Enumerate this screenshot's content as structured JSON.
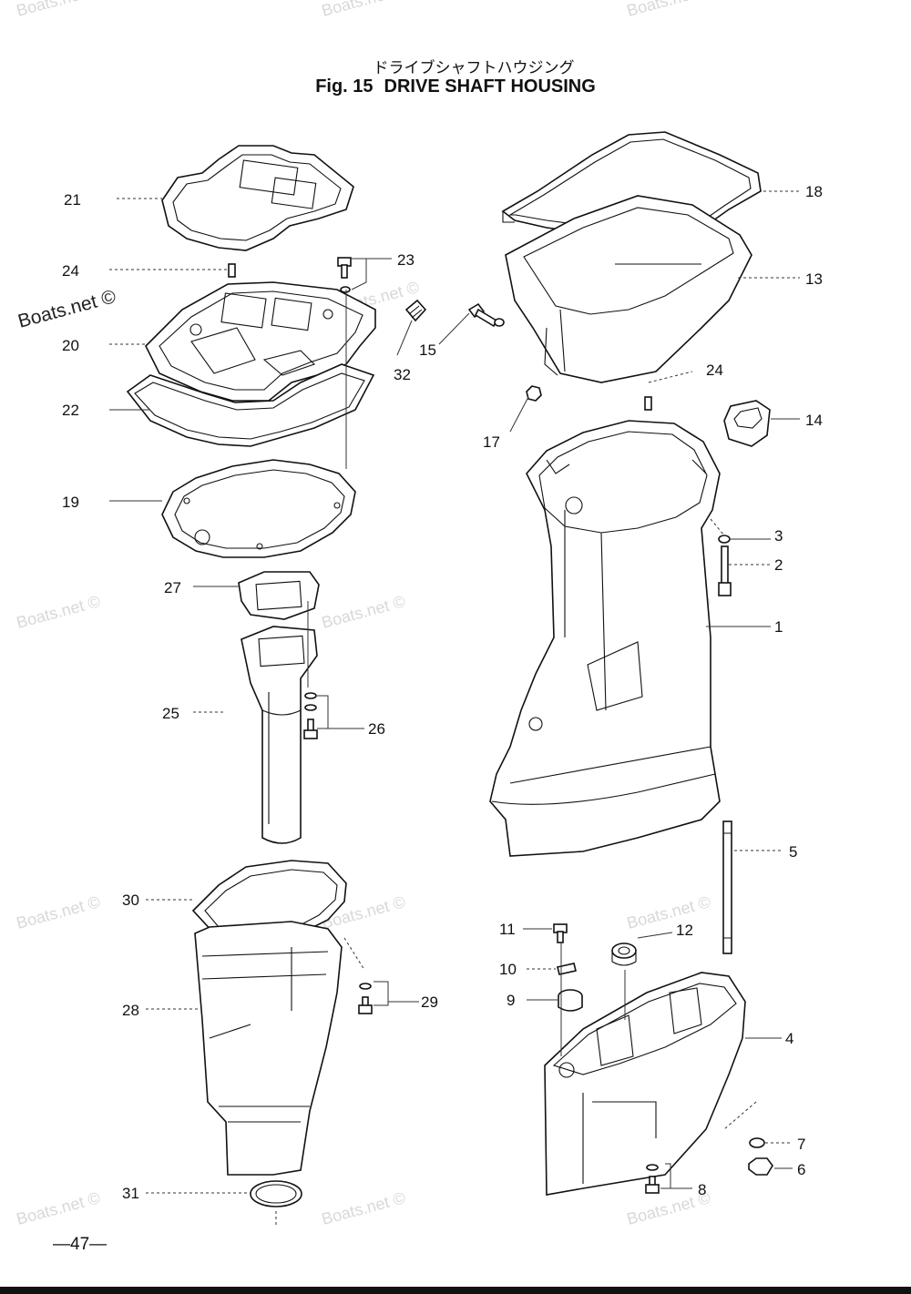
{
  "header": {
    "title_jp": "ドライブシャフトハウジング",
    "fig": "Fig. 15",
    "title_en": "DRIVE SHAFT HOUSING"
  },
  "footer": {
    "page_number": "—47—"
  },
  "watermark": {
    "text": "Boats.net ©",
    "color": "#d8d8d8"
  },
  "callouts": {
    "c1": "1",
    "c2": "2",
    "c3": "3",
    "c4": "4",
    "c5": "5",
    "c6": "6",
    "c7": "7",
    "c8": "8",
    "c9": "9",
    "c10": "10",
    "c11": "11",
    "c12": "12",
    "c13": "13",
    "c14": "14",
    "c15": "15",
    "c17": "17",
    "c18": "18",
    "c19": "19",
    "c20": "20",
    "c21": "21",
    "c22": "22",
    "c23": "23",
    "c24a": "24",
    "c24b": "24",
    "c25": "25",
    "c26": "26",
    "c27": "27",
    "c28": "28",
    "c29": "29",
    "c30": "30",
    "c31": "31",
    "c32": "32"
  }
}
